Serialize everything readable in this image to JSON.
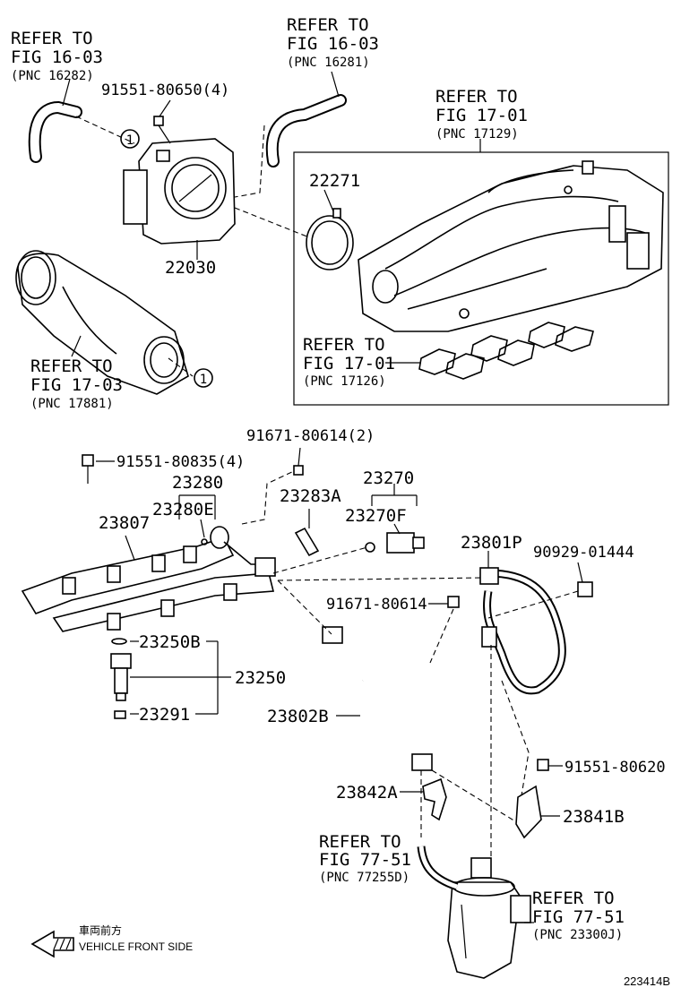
{
  "labels": {
    "ref_1603_a": [
      "REFER TO",
      "FIG 16-03",
      "(PNC 16282)"
    ],
    "ref_1603_b": [
      "REFER TO",
      "FIG 16-03",
      "(PNC 16281)"
    ],
    "ref_1701_a": [
      "REFER TO",
      "FIG 17-01",
      "(PNC 17129)"
    ],
    "ref_1701_b": [
      "REFER TO",
      "FIG 17-01",
      "(PNC 17126)"
    ],
    "ref_1703": [
      "REFER TO",
      "FIG 17-03",
      "(PNC 17881)"
    ],
    "ref_7751_a": [
      "REFER TO",
      "FIG 77-51",
      "(PNC 77255D)"
    ],
    "ref_7751_b": [
      "REFER TO",
      "FIG 77-51",
      "(PNC 23300J)"
    ],
    "p_91551_80650": "91551-80650(4)",
    "p_22271": "22271",
    "p_22030": "22030",
    "circle_ref": "1",
    "p_91671_80614_2": "91671-80614(2)",
    "p_91551_80835": "91551-80835(4)",
    "p_23280": "23280",
    "p_23280E": "23280E",
    "p_23283A": "23283A",
    "p_23270": "23270",
    "p_23270F": "23270F",
    "p_23807": "23807",
    "p_23801P": "23801P",
    "p_90929": "90929-01444",
    "p_91671_80614": "91671-80614",
    "p_23250B": "23250B",
    "p_23250": "23250",
    "p_23291": "23291",
    "p_23802B": "23802B",
    "p_91551_80620": "91551-80620",
    "p_23842A": "23842A",
    "p_23841B": "23841B",
    "front_jp": "車両前方",
    "front_en": "VEHICLE FRONT SIDE",
    "diagram_id": "223414B"
  }
}
